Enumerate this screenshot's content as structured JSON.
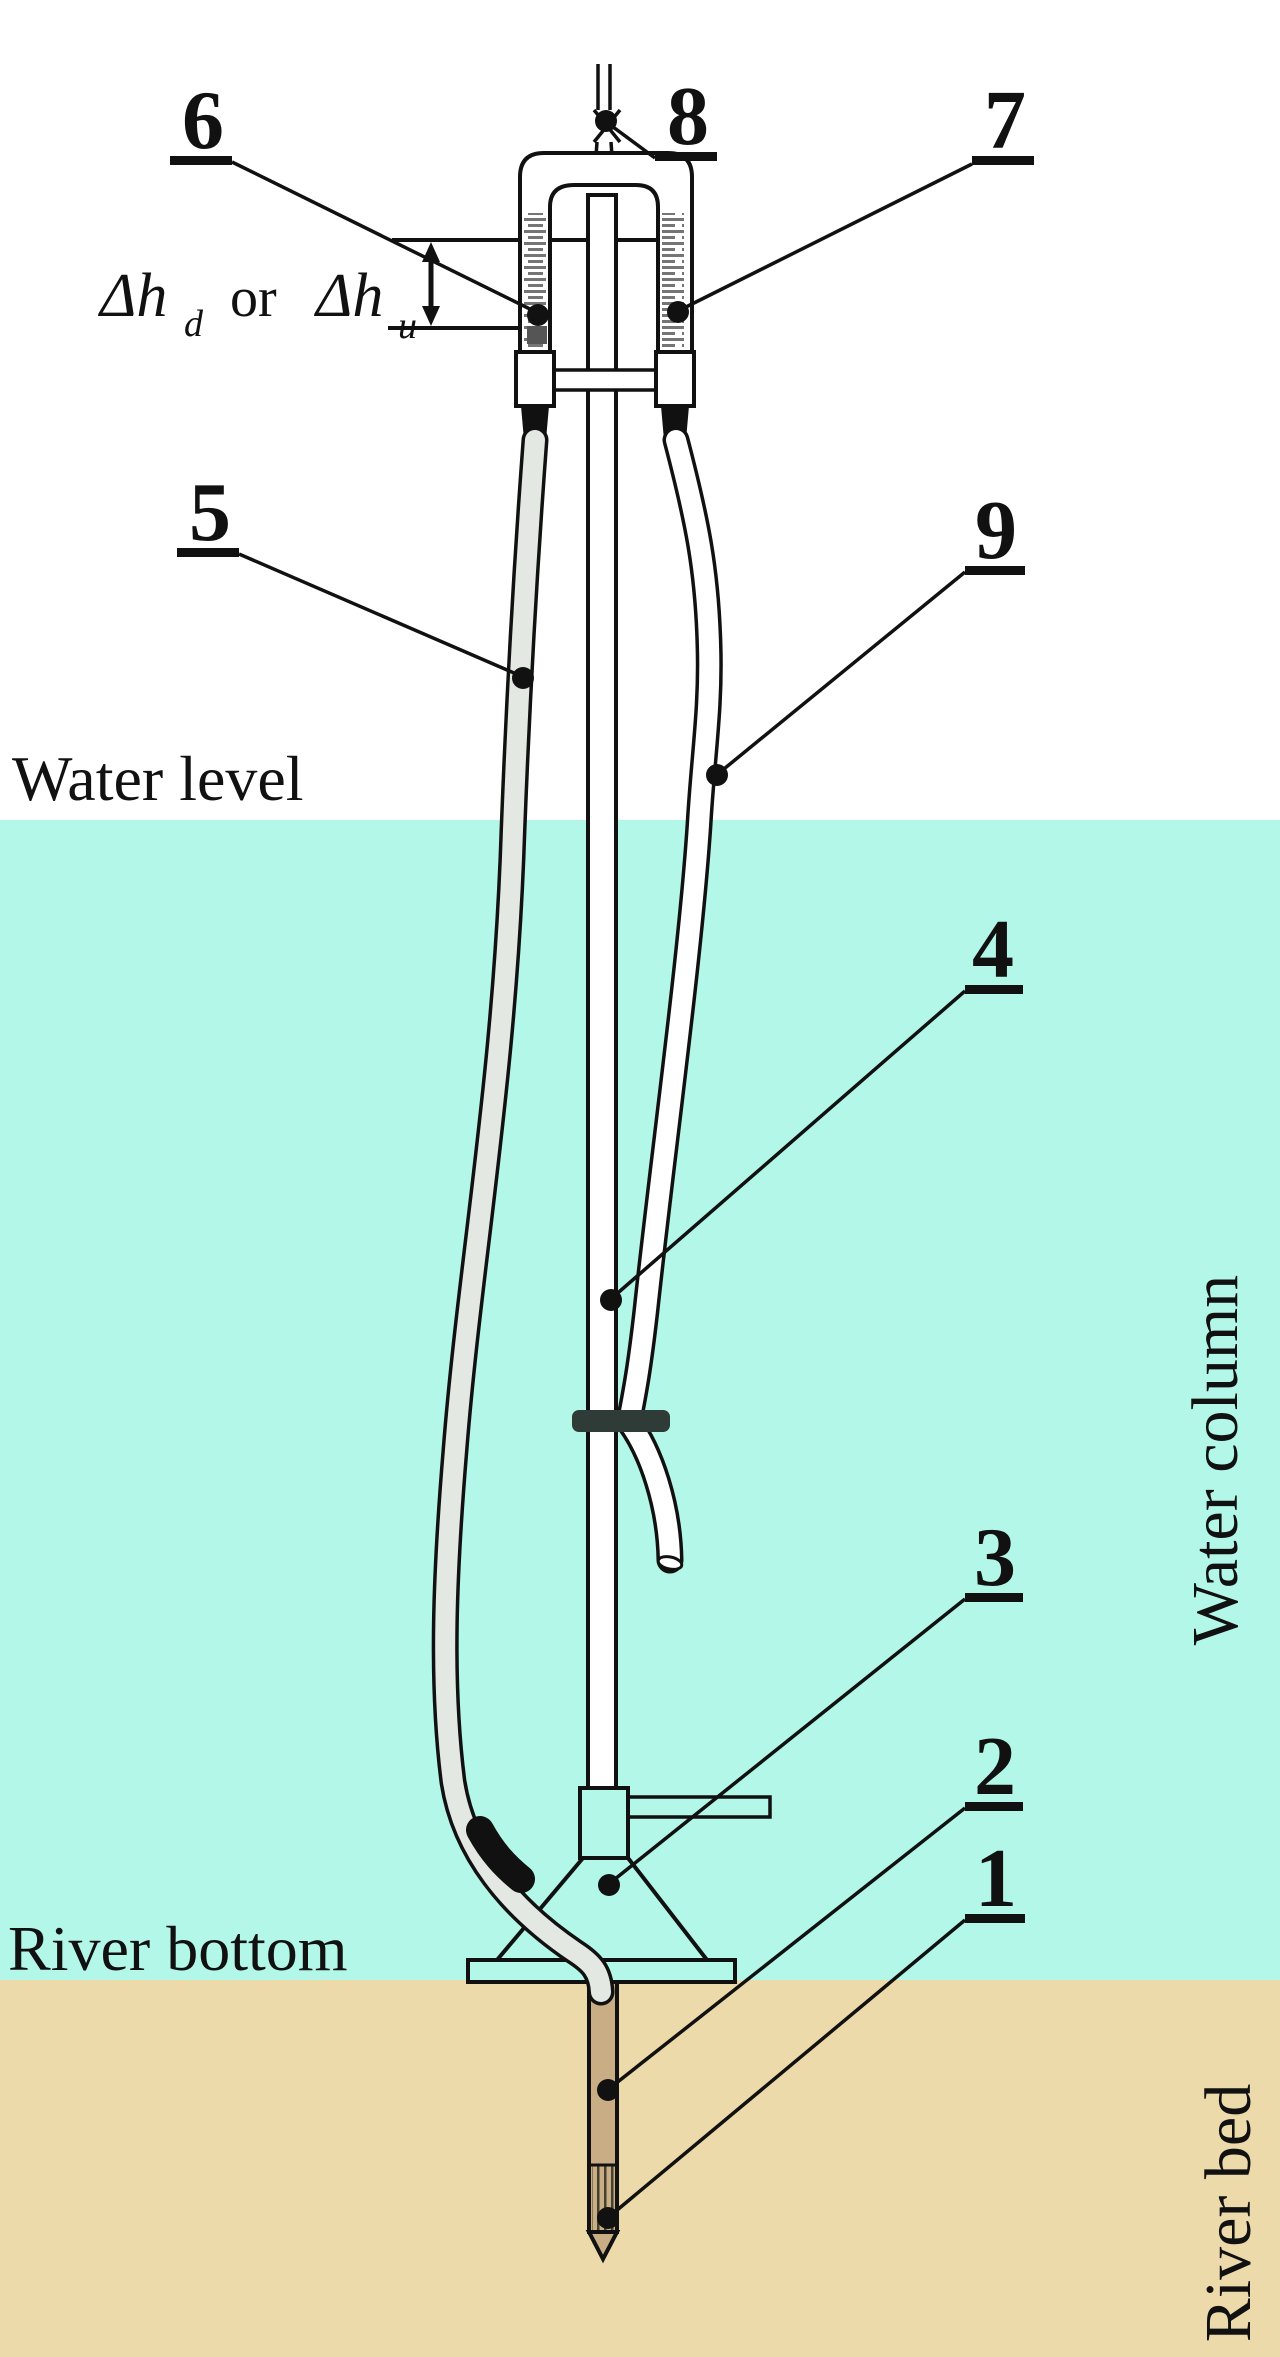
{
  "diagram": {
    "part_labels": {
      "p1": "1",
      "p2": "2",
      "p3": "3",
      "p4": "4",
      "p5": "5",
      "p6": "6",
      "p7": "7",
      "p8": "8",
      "p9": "9"
    },
    "zone_labels": {
      "water_level": "Water level",
      "water_column": "Water column",
      "river_bottom": "River bottom",
      "river_bed": "River bed"
    },
    "head_annotation": {
      "dh_left": "Δh",
      "sub_d": "d",
      "or_word": "or",
      "dh_right": "Δh",
      "sub_u": "u"
    }
  },
  "colors": {
    "water": "#b2f7e8",
    "river_bed": "#eddaab",
    "line": "#111111",
    "tick": "#757575",
    "tube5_fill": "#e3e8e3",
    "tube9_fill": "#ffffff",
    "probe_fill": "#c9ad85",
    "screen_line": "#44412f",
    "clamp": "#2f3b36",
    "meniscus_shade": "#555555"
  }
}
